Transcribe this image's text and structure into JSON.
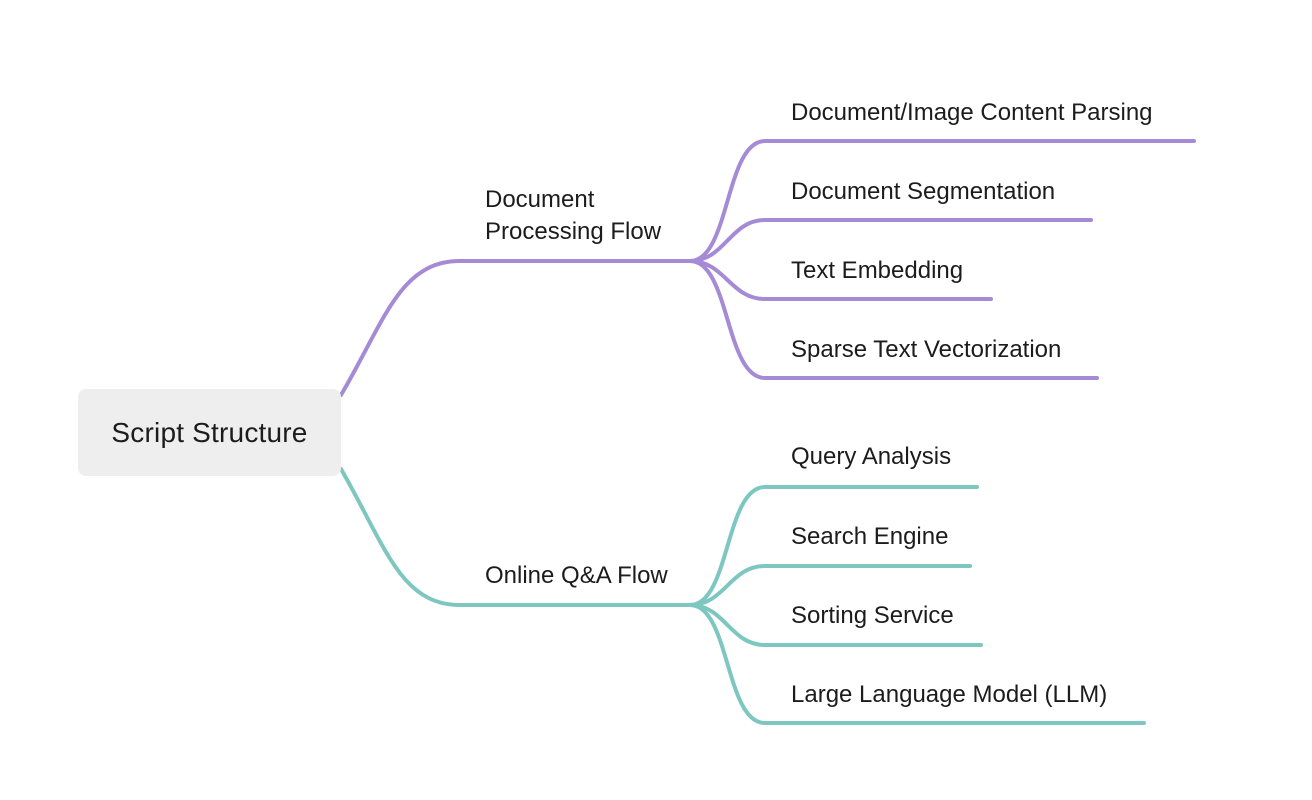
{
  "root": {
    "label": "Script Structure"
  },
  "colors": {
    "branch_1": "#a58ad6",
    "branch_2": "#7ec7c1",
    "root_fill": "#eeeeee",
    "text": "#1c1c1c"
  },
  "branches": [
    {
      "label_lines": [
        "Document",
        "Processing Flow"
      ],
      "color": "#a58ad6",
      "children": [
        "Document/Image Content Parsing",
        "Document Segmentation",
        "Text Embedding",
        "Sparse Text Vectorization"
      ]
    },
    {
      "label_lines": [
        "Online Q&A Flow"
      ],
      "color": "#7ec7c1",
      "children": [
        "Query Analysis",
        "Search Engine",
        "Sorting Service",
        "Large Language Model (LLM)"
      ]
    }
  ]
}
